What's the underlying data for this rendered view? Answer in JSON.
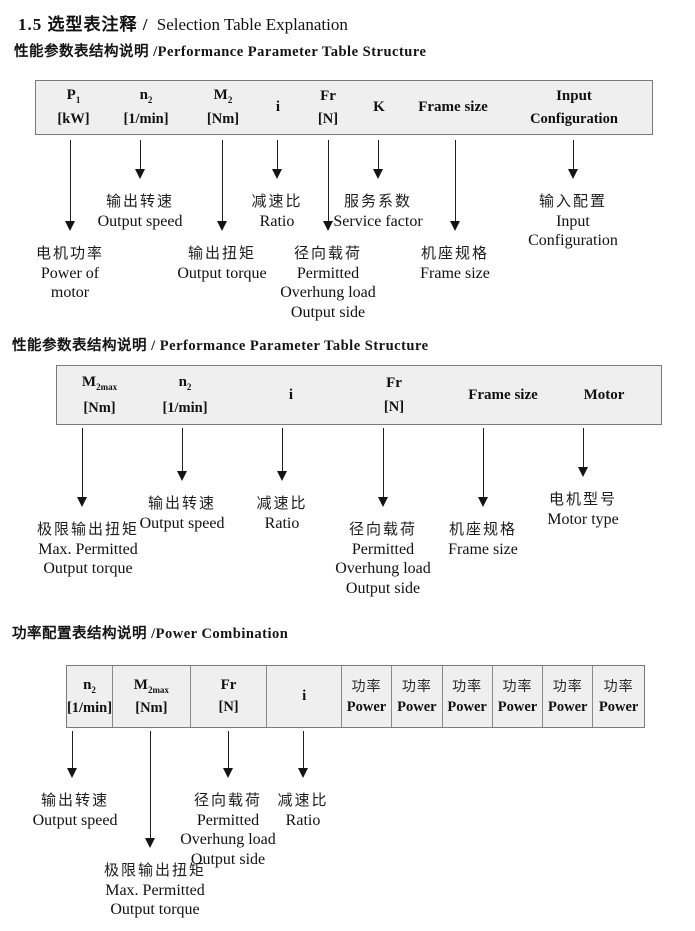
{
  "title": {
    "zh": "1.5 选型表注释 /",
    "en": "Selection Table Explanation"
  },
  "sections": [
    {
      "heading": "性能参数表结构说明 /Performance Parameter Table Structure",
      "table": {
        "cols": [
          {
            "sym": "P",
            "sub": "1",
            "unit": "[kW]"
          },
          {
            "sym": "n",
            "sub": "2",
            "unit": "[1/min]"
          },
          {
            "sym": "M",
            "sub": "2",
            "unit": "[Nm]"
          },
          {
            "sym": "i"
          },
          {
            "sym": "Fr",
            "unit": "[N]"
          },
          {
            "sym": "K"
          },
          {
            "sym": "Frame size"
          },
          {
            "sym": "Input",
            "unit": "Configuration"
          }
        ]
      },
      "callouts": [
        {
          "zh": "电机功率",
          "en": "Power of\nmotor"
        },
        {
          "zh": "输出转速",
          "en": "Output speed"
        },
        {
          "zh": "输出扭矩",
          "en": "Output torque"
        },
        {
          "zh": "减速比",
          "en": "Ratio"
        },
        {
          "zh": "径向载荷",
          "en": "Permitted\nOverhung load\nOutput side"
        },
        {
          "zh": "服务系数",
          "en": "Service factor"
        },
        {
          "zh": "机座规格",
          "en": "Frame size"
        },
        {
          "zh": "输入配置",
          "en": "Input\nConfiguration"
        }
      ]
    },
    {
      "heading": "性能参数表结构说明 / Performance Parameter Table Structure",
      "table": {
        "cols": [
          {
            "sym": "M",
            "sub": "2max",
            "unit": "[Nm]"
          },
          {
            "sym": "n",
            "sub": "2",
            "unit": "[1/min]"
          },
          {
            "sym": "i"
          },
          {
            "sym": "Fr",
            "unit": "[N]"
          },
          {
            "sym": "Frame size"
          },
          {
            "sym": "Motor"
          }
        ]
      },
      "callouts": [
        {
          "zh": "极限输出扭矩",
          "en": "Max. Permitted\nOutput torque"
        },
        {
          "zh": "输出转速",
          "en": "Output speed"
        },
        {
          "zh": "减速比",
          "en": "Ratio"
        },
        {
          "zh": "径向载荷",
          "en": "Permitted\nOverhung load\nOutput side"
        },
        {
          "zh": "机座规格",
          "en": "Frame size"
        },
        {
          "zh": "电机型号",
          "en": "Motor type"
        }
      ]
    },
    {
      "heading": "功率配置表结构说明 /Power Combination",
      "table": {
        "cols": [
          {
            "sym": "n",
            "sub": "2",
            "unit": "[1/min]"
          },
          {
            "sym": "M",
            "sub": "2max",
            "unit": "[Nm]"
          },
          {
            "sym": "Fr",
            "unit": "[N]"
          },
          {
            "sym": "i"
          },
          {
            "zh": "功率",
            "en": "Power"
          },
          {
            "zh": "功率",
            "en": "Power"
          },
          {
            "zh": "功率",
            "en": "Power"
          },
          {
            "zh": "功率",
            "en": "Power"
          },
          {
            "zh": "功率",
            "en": "Power"
          },
          {
            "zh": "功率",
            "en": "Power"
          }
        ]
      },
      "callouts": [
        {
          "zh": "输出转速",
          "en": "Output speed"
        },
        {
          "zh": "极限输出扭矩",
          "en": "Max. Permitted\nOutput torque"
        },
        {
          "zh": "径向载荷",
          "en": "Permitted\nOverhung load\nOutput side"
        },
        {
          "zh": "减速比",
          "en": "Ratio"
        }
      ]
    }
  ]
}
